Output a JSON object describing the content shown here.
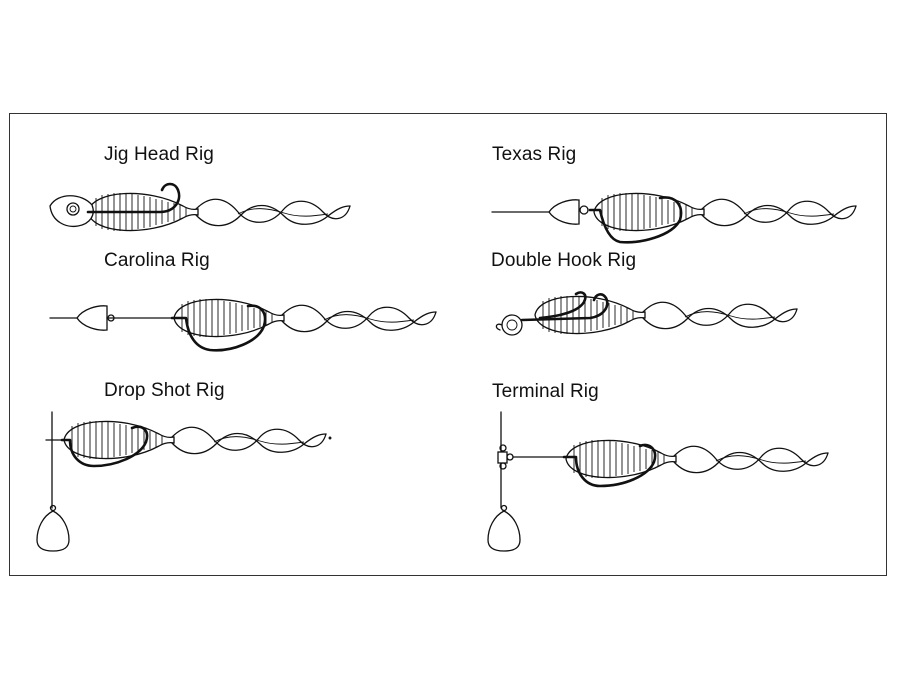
{
  "rigs": [
    {
      "id": "jig-head",
      "label": "Jig Head Rig"
    },
    {
      "id": "texas",
      "label": "Texas Rig"
    },
    {
      "id": "carolina",
      "label": "Carolina Rig"
    },
    {
      "id": "double-hook",
      "label": "Double Hook Rig"
    },
    {
      "id": "drop-shot",
      "label": "Drop Shot Rig"
    },
    {
      "id": "terminal",
      "label": "Terminal Rig"
    }
  ],
  "icons": {
    "lure": "grub-worm-icon",
    "hook": "hook-icon",
    "sinker": "sinker-weight-icon",
    "jig": "jig-head-icon",
    "swivel": "swivel-icon"
  },
  "colors": {
    "line": "#111111",
    "fill": "#ffffff",
    "frame": "#333333"
  }
}
